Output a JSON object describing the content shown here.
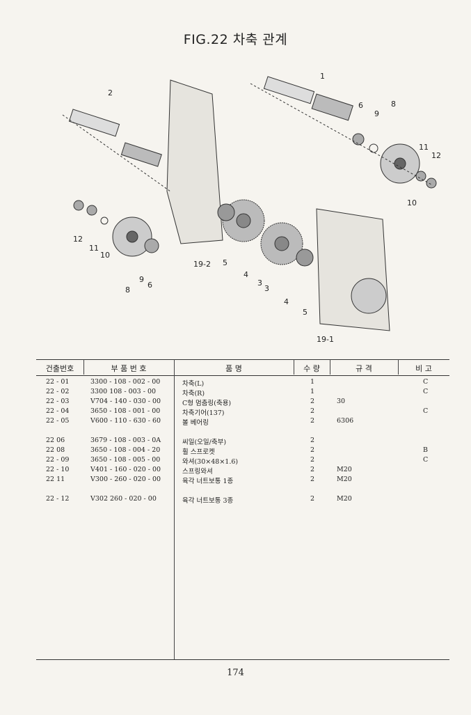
{
  "title": "FIG.22 차축 관계",
  "callouts": {
    "c1": "1",
    "c2": "2",
    "c6a": "6",
    "c9a": "9",
    "c8a": "8",
    "c11a": "11",
    "c12a": "12",
    "c10a": "10",
    "c12b": "12",
    "c11b": "11",
    "c10b": "10",
    "c8b": "8",
    "c9b": "9",
    "c6b": "6",
    "c192": "19-2",
    "c5a": "5",
    "c4a": "4",
    "c3a": "3",
    "c3b": "3",
    "c4b": "4",
    "c5b": "5",
    "c191": "19-1"
  },
  "table": {
    "headers": [
      "건출번호",
      "부 품 번 호",
      "품 명",
      "수 량",
      "규 격",
      "비 고"
    ],
    "rows": [
      {
        "no": "22 - 01",
        "part": "3300 - 108 - 002 - 00",
        "name": "차축(L)",
        "qty": "1",
        "spec": "",
        "note": "C"
      },
      {
        "no": "22 - 02",
        "part": "3300 108 - 003 - 00",
        "name": "차축(R)",
        "qty": "1",
        "spec": "",
        "note": "C"
      },
      {
        "no": "22 - 03",
        "part": "V704 - 140 - 030 - 00",
        "name": "C형 멈춤링(축용)",
        "qty": "2",
        "spec": "30",
        "note": ""
      },
      {
        "no": "22 - 04",
        "part": "3650 - 108 - 001 - 00",
        "name": "차축기어(137)",
        "qty": "2",
        "spec": "",
        "note": "C"
      },
      {
        "no": "22 - 05",
        "part": "V600 - 110 - 630 - 60",
        "name": "볼 베어링",
        "qty": "2",
        "spec": "6306",
        "note": ""
      },
      {
        "no": "22 06",
        "part": "3679 - 108 - 003 - 0A",
        "name": "씨일(오일/축부)",
        "qty": "2",
        "spec": "",
        "note": ""
      },
      {
        "no": "22 08",
        "part": "3650 - 108 - 004 - 20",
        "name": "휠 스프로켓",
        "qty": "2",
        "spec": "",
        "note": "B"
      },
      {
        "no": "22 - 09",
        "part": "3650 - 108 - 005 - 00",
        "name": "와셔(30×48×1.6)",
        "qty": "2",
        "spec": "",
        "note": "C"
      },
      {
        "no": "22 - 10",
        "part": "V401 - 160 - 020 - 00",
        "name": "스프링와셔",
        "qty": "2",
        "spec": "M20",
        "note": ""
      },
      {
        "no": "22 11",
        "part": "V300 - 260 - 020 - 00",
        "name": "육각 너트보통 1종",
        "qty": "2",
        "spec": "M20",
        "note": ""
      },
      {
        "no": "22 - 12",
        "part": "V302 260 - 020 - 00",
        "name": "육각 너트보통 3종",
        "qty": "2",
        "spec": "M20",
        "note": ""
      }
    ]
  },
  "page_number": "174"
}
